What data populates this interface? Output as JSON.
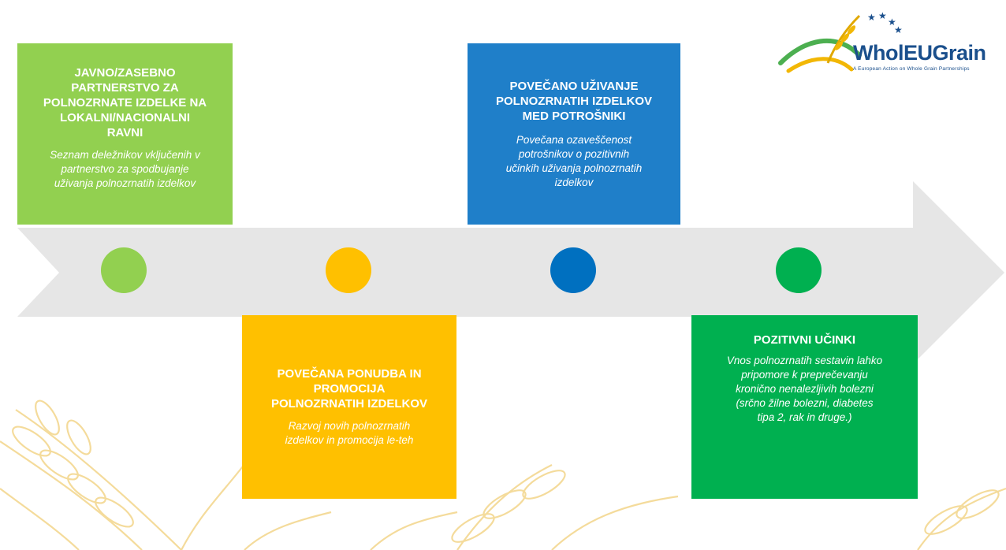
{
  "logo": {
    "name": "WholEUGrain",
    "tagline": "A European Action on Whole Grain Partnerships"
  },
  "colors": {
    "green_light": "#92d050",
    "yellow": "#ffc000",
    "blue": "#0070c0",
    "green": "#00b050",
    "arrow": "#e6e6e6",
    "wheat": "#f3d58a"
  },
  "steps": [
    {
      "title": "JAVNO/ZASEBNO\nPARTNERSTVO ZA\nPOLNOZRNATE IZDELKE NA\nLOKALNI/NACIONALNI\nRAVNI",
      "desc": "Seznam deležnikov vključenih v\npartnerstvo za spodbujanje\nuživanja polnozrnatih izdelkov"
    },
    {
      "title": "POVEČANA PONUDBA IN\nPROMOCIJA\nPOLNOZRNATIH IZDELKOV",
      "desc": "Razvoj novih polnozrnatih\nizdelkov in promocija le-teh"
    },
    {
      "title": "POVEČANO UŽIVANJE\nPOLNOZRNATIH IZDELKOV\nMED POTROŠNIKI",
      "desc": "Povečana ozaveščenost\npotrošnikov o pozitivnih\nučinkih uživanja polnozrnatih\nizdelkov"
    },
    {
      "title": "POZITIVNI UČINKI",
      "desc": "Vnos polnozrnatih sestavin lahko\npripomore k preprečevanju\nkronično nenalezljivih bolezni\n(srčno žilne bolezni, diabetes\ntipa 2, rak in druge.)"
    }
  ]
}
